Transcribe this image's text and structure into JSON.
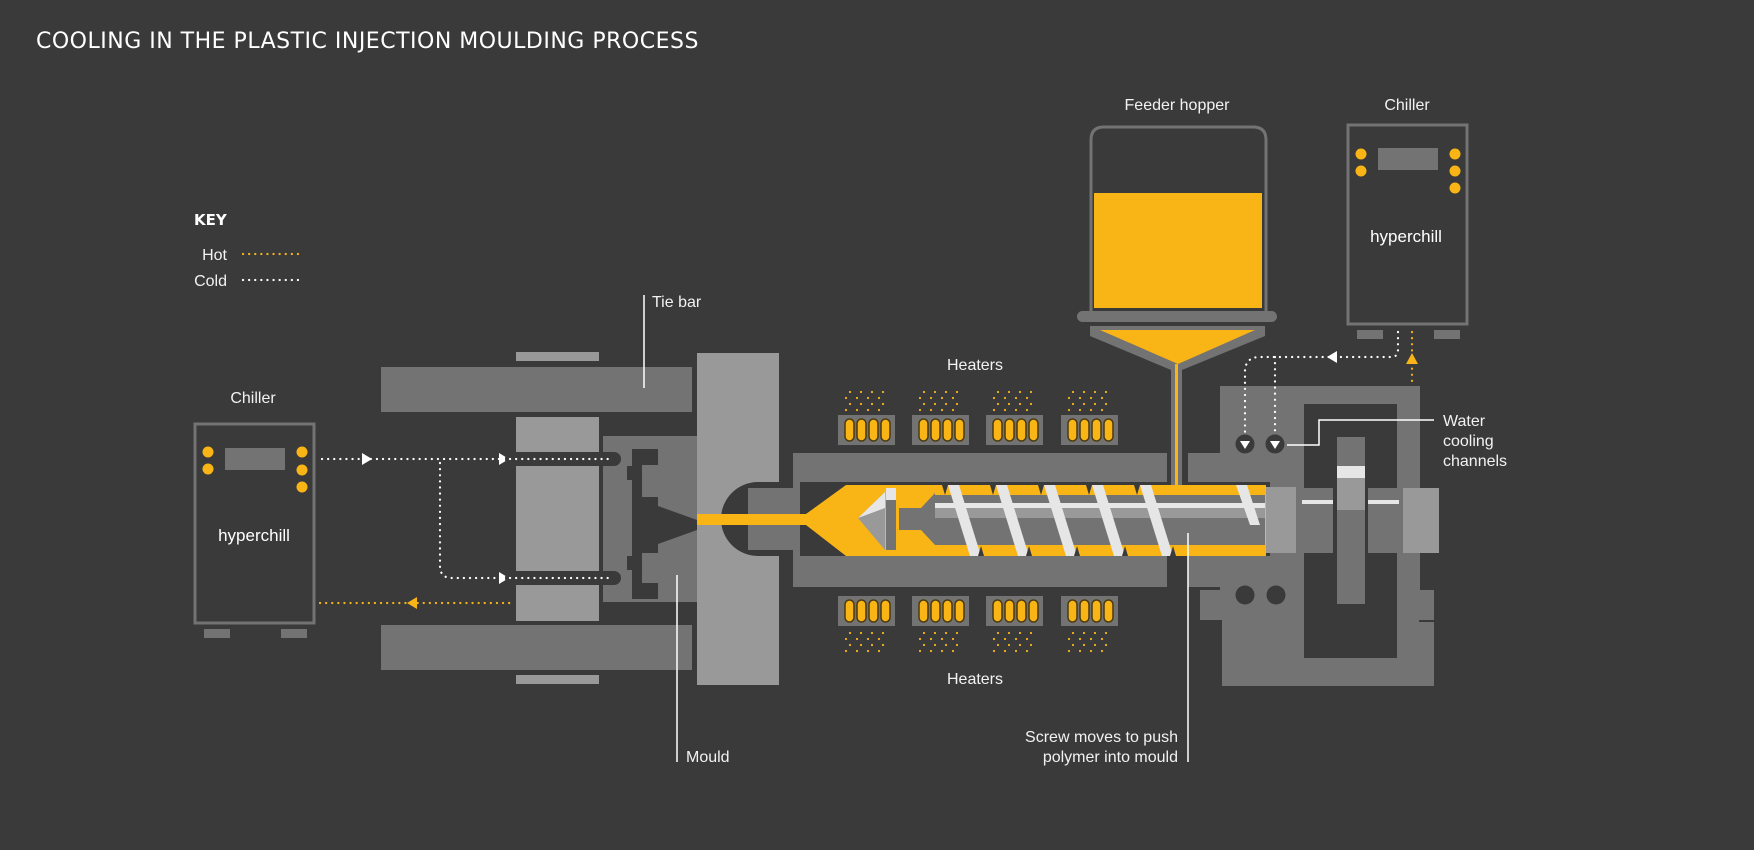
{
  "title": "COOLING IN THE PLASTIC INJECTION MOULDING PROCESS",
  "key": {
    "heading": "KEY",
    "items": [
      {
        "label": "Hot",
        "color": "#f9b515",
        "style": "dotted"
      },
      {
        "label": "Cold",
        "color": "#ffffff",
        "style": "dotted"
      }
    ]
  },
  "colors": {
    "background": "#3a3a3a",
    "hot": "#f9b515",
    "cold": "#ffffff",
    "machine_mid": "#737373",
    "machine_light": "#999999"
  },
  "labels": {
    "chiller_left": "Chiller",
    "chiller_right": "Chiller",
    "chiller_brand_left": "hyperchill",
    "chiller_brand_right": "hyperchill",
    "feeder_hopper": "Feeder hopper",
    "tie_bar": "Tie bar",
    "heaters_top": "Heaters",
    "heaters_bottom": "Heaters",
    "water_cooling_1": "Water",
    "water_cooling_2": "cooling",
    "water_cooling_3": "channels",
    "mould": "Mould",
    "screw_1": "Screw moves to push",
    "screw_2": "polymer into mould"
  },
  "heaters": {
    "top_count": 4,
    "bottom_count": 4,
    "elements_per_heater": 4
  }
}
